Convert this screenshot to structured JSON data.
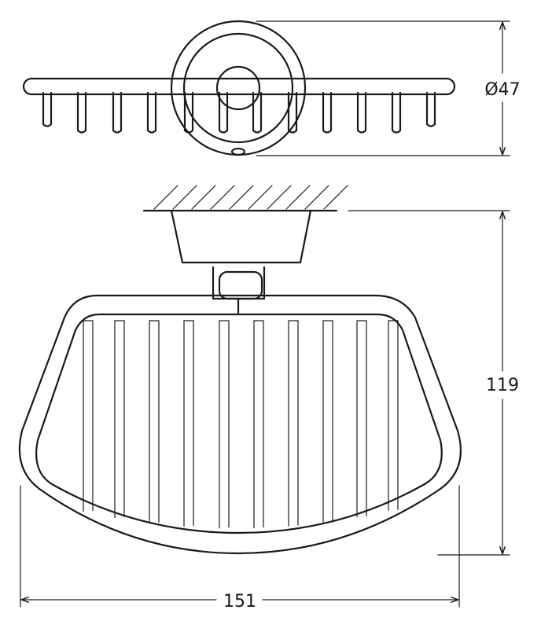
{
  "dimensions": {
    "diameter": "Ø47",
    "height": "119",
    "width": "151"
  }
}
